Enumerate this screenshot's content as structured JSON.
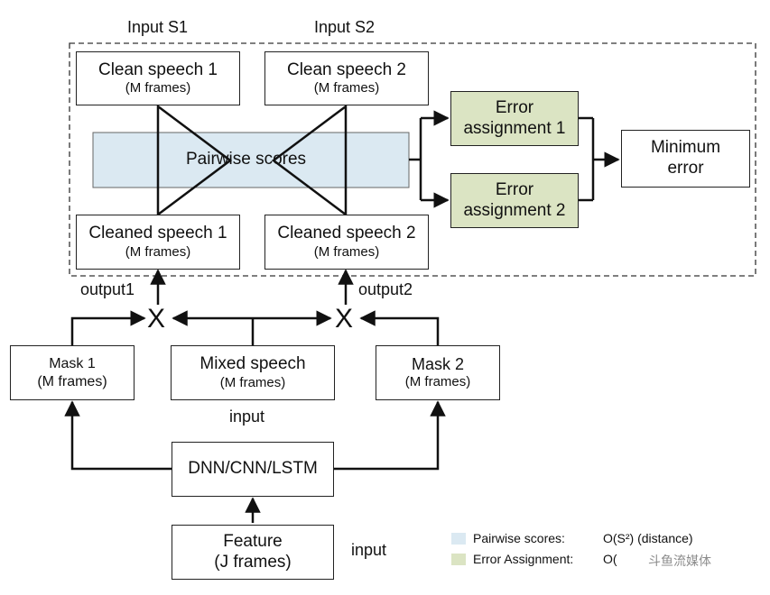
{
  "labels": {
    "input_s1": "Input S1",
    "input_s2": "Input S2",
    "output1": "output1",
    "output2": "output2",
    "input_mid": "input",
    "input_feature": "input",
    "combine_symbol": "X"
  },
  "boxes": {
    "clean1": {
      "line1": "Clean speech 1",
      "line2": "(M frames)"
    },
    "clean2": {
      "line1": "Clean speech 2",
      "line2": "(M frames)"
    },
    "pairwise": {
      "line1": "Pairwise scores"
    },
    "cleaned1": {
      "line1": "Cleaned speech 1",
      "line2": "(M frames)"
    },
    "cleaned2": {
      "line1": "Cleaned speech 2",
      "line2": "(M frames)"
    },
    "error1": {
      "line1": "Error",
      "line2": "assignment 1"
    },
    "error2": {
      "line1": "Error",
      "line2": "assignment 2"
    },
    "minimum": {
      "line1": "Minimum",
      "line2": "error"
    },
    "mask1": {
      "line1": "Mask 1",
      "line2": "(M frames)"
    },
    "mixed": {
      "line1": "Mixed speech",
      "line2": "(M frames)"
    },
    "mask2": {
      "line1": "Mask 2",
      "line2": "(M frames)"
    },
    "dnn": {
      "line1": "DNN/CNN/LSTM"
    },
    "feature": {
      "line1": "Feature",
      "line2": "(J frames)"
    }
  },
  "legend": [
    {
      "label": "Pairwise scores:",
      "complexity": "O(S²)  (distance)",
      "color": "#dbe9f2"
    },
    {
      "label": "Error Assignment:",
      "complexity": "O(",
      "color": "#dbe4c3"
    }
  ],
  "watermark": "斗鱼流媒体",
  "colors": {
    "line": "#111111",
    "green": "#dbe4c3",
    "blue": "#dbe9f2"
  }
}
